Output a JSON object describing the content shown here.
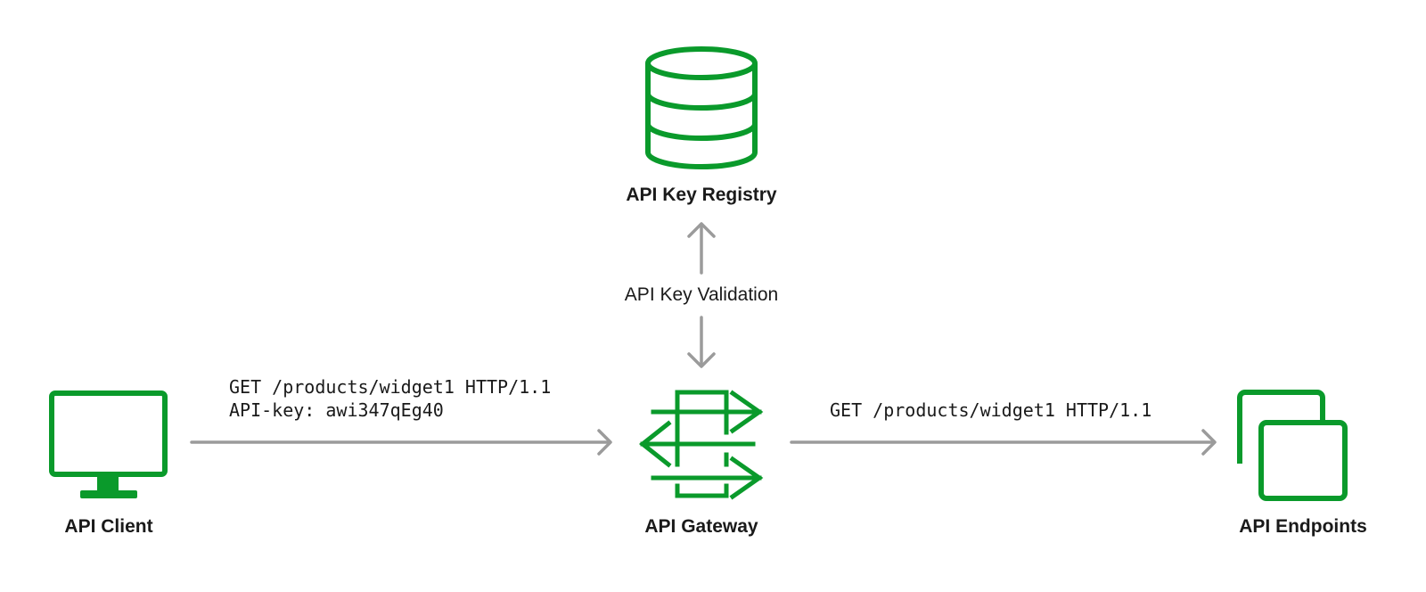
{
  "colors": {
    "icon": "#0a9a2b",
    "arrow": "#9b9b9b",
    "text": "#1a1a1a"
  },
  "nodes": {
    "registry": {
      "label": "API Key Registry",
      "icon": "database-icon"
    },
    "client": {
      "label": "API Client",
      "icon": "monitor-icon"
    },
    "gateway": {
      "label": "API Gateway",
      "icon": "gateway-arrows-icon"
    },
    "endpoints": {
      "label": "API Endpoints",
      "icon": "stacked-windows-icon"
    }
  },
  "edges": {
    "validation": {
      "label": "API Key Validation"
    },
    "client_to_gateway": {
      "line1": "GET /products/widget1 HTTP/1.1",
      "line2": "API-key: awi347qEg40"
    },
    "gateway_to_endpoints": {
      "line1": "GET /products/widget1 HTTP/1.1"
    }
  }
}
